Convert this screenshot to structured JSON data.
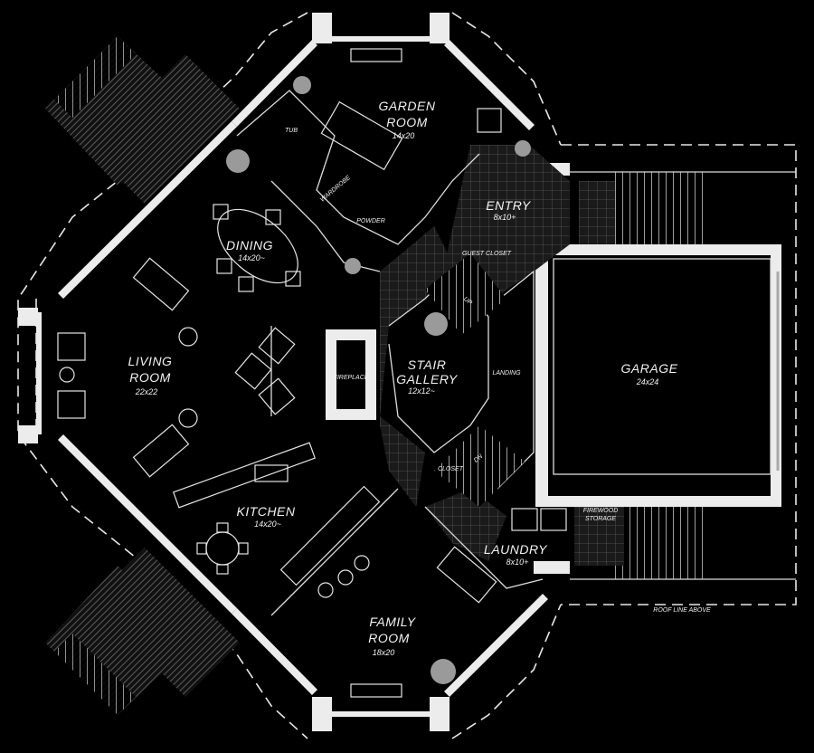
{
  "rooms": {
    "garden_room": {
      "name_line1": "GARDEN",
      "name_line2": "ROOM",
      "size": "14x20"
    },
    "entry": {
      "name": "ENTRY",
      "size": "8x10+"
    },
    "dining": {
      "name": "DINING",
      "size": "14x20~"
    },
    "living_room": {
      "name_line1": "LIVING",
      "name_line2": "ROOM",
      "size": "22x22"
    },
    "stair_gallery": {
      "name_line1": "STAIR",
      "name_line2": "GALLERY",
      "size": "12x12~"
    },
    "garage": {
      "name": "GARAGE",
      "size": "24x24"
    },
    "kitchen": {
      "name": "KITCHEN",
      "size": "14x20~"
    },
    "laundry": {
      "name": "LAUNDRY",
      "size": "8x10+"
    },
    "family_room": {
      "name_line1": "FAMILY",
      "name_line2": "ROOM",
      "size": "18x20"
    }
  },
  "small_labels": {
    "fireplace": "FIREPLACE",
    "landing": "LANDING",
    "closet": "CLOSET",
    "guest_closet": "GUEST CLOSET",
    "firewood_storage_line1": "FIREWOOD",
    "firewood_storage_line2": "STORAGE",
    "powder": "POWDER",
    "tub": "TUB",
    "wardrobe": "WARDROBE",
    "up": "UP",
    "down": "DN"
  },
  "annotations": {
    "roof_line": "ROOF LINE ABOVE"
  }
}
